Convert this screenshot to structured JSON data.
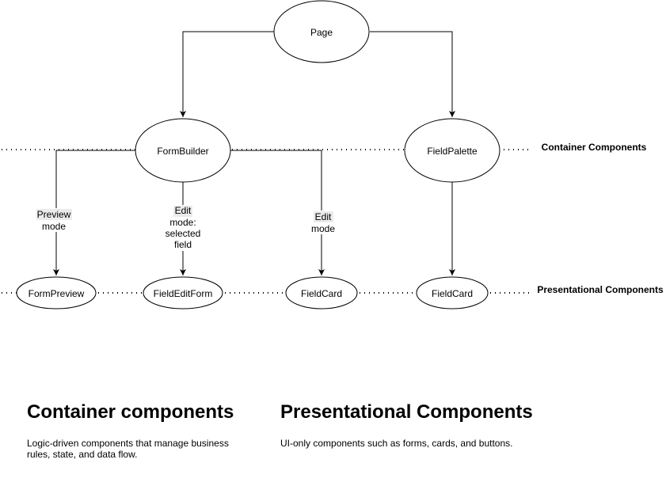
{
  "diagram": {
    "nodes": {
      "page": "Page",
      "form_builder": "FormBuilder",
      "field_palette": "FieldPalette",
      "form_preview": "FormPreview",
      "field_edit_form": "FieldEditForm",
      "field_card_edit": "FieldCard",
      "field_card_palette": "FieldCard"
    },
    "edge_labels": {
      "preview": [
        "Preview",
        "mode"
      ],
      "edit_selected": [
        "Edit",
        "mode:",
        "selected",
        "field"
      ],
      "edit": [
        "Edit",
        "mode"
      ]
    },
    "tiers": {
      "container": "Container Components",
      "presentational": "Presentational Components"
    }
  },
  "sections": {
    "container": {
      "title": "Container components",
      "description": "Logic-driven components that manage business rules, state, and data flow."
    },
    "presentational": {
      "title": "Presentational Components",
      "description": "UI-only components such as forms, cards, and buttons."
    }
  }
}
